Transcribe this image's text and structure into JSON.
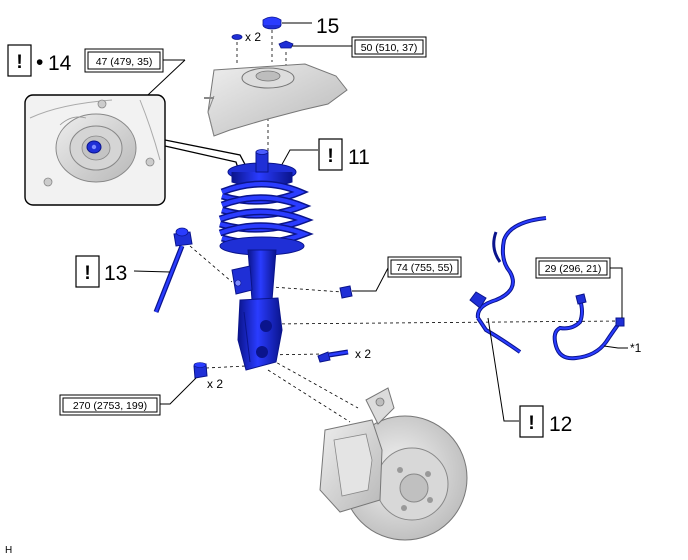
{
  "colors": {
    "part_blue": "#1f2fd6",
    "part_blue_dark": "#0a148c",
    "body_gray": "#c9c9c9",
    "line": "#000000"
  },
  "callouts": {
    "c11": "11",
    "c12": "12",
    "c13": "13",
    "c14": "14",
    "c14_bullet": "•",
    "c15": "15",
    "star1": "*1",
    "caution_mark": "!"
  },
  "quantities": {
    "nut_x2": "x 2",
    "bolt_x2": "x 2",
    "lower_x2": "x 2"
  },
  "torques": {
    "t_top_nut": "47 (479, 35)",
    "t_mount_nut": "50 (510, 37)",
    "t_stab_nut": "74 (755, 55)",
    "t_hose_bolt": "29 (296, 21)",
    "t_knuckle": "270 (2753, 199)"
  },
  "corner_label": "H"
}
